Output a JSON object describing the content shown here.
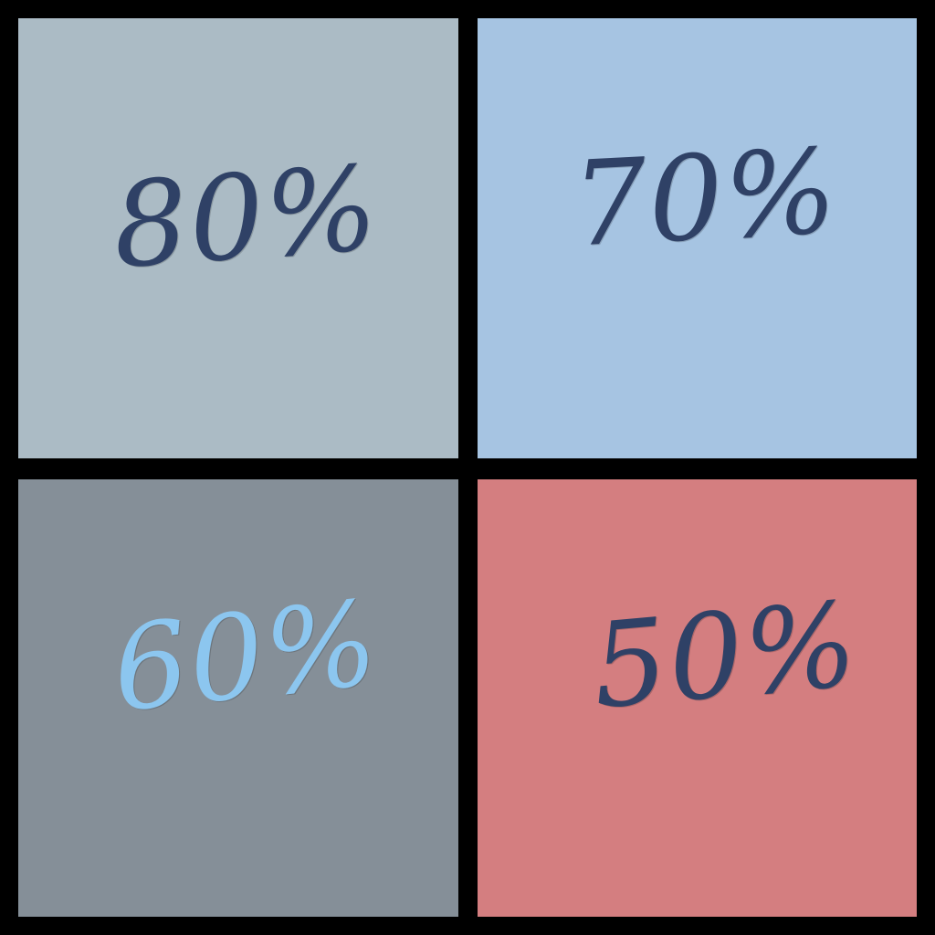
{
  "tiles": [
    {
      "id": "tl",
      "label": "80%",
      "background": "#abbbc5",
      "text_color": "#2f4166"
    },
    {
      "id": "tr",
      "label": "70%",
      "background": "#a6c4e2",
      "text_color": "#2f4166"
    },
    {
      "id": "bl",
      "label": "60%",
      "background": "#858f98",
      "text_color": "#8cc6ef"
    },
    {
      "id": "br",
      "label": "50%",
      "background": "#d47e80",
      "text_color": "#2f4166"
    }
  ]
}
